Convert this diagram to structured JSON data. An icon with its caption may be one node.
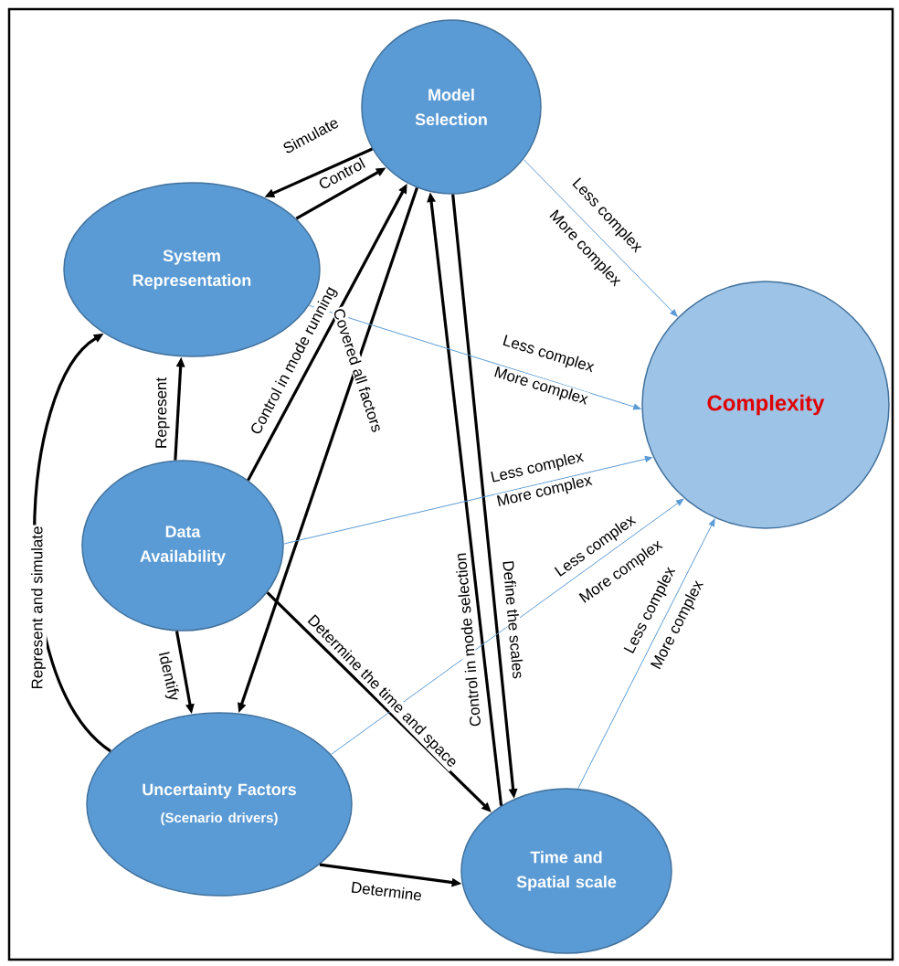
{
  "diagram": {
    "nodes": [
      {
        "text": [
          "Model Selection"
        ]
      },
      {
        "text": [
          "System Representation"
        ]
      },
      {
        "text": [
          "Complexity"
        ]
      },
      {
        "text": [
          "Data Availability"
        ]
      },
      {
        "text": [
          "Uncertainty Factors",
          "(Scenario drivers)"
        ]
      },
      {
        "text": [
          "Time and Spatial scale"
        ]
      }
    ],
    "edges": [
      {
        "from": 0,
        "to": 1,
        "arrow": "to",
        "label": "Simulate"
      },
      {
        "from": 1,
        "to": 0,
        "arrow": "to",
        "label": "Control"
      },
      {
        "from": 3,
        "to": 0,
        "arrow": "to",
        "label": "Control in mode running"
      },
      {
        "from": 0,
        "to": 4,
        "arrow": "to",
        "label": "Covered all factors"
      },
      {
        "from": 5,
        "to": 0,
        "arrow": "to",
        "label": "Control in mode selection"
      },
      {
        "from": 0,
        "to": 5,
        "arrow": "to",
        "label": "Define the scales"
      },
      {
        "from": 3,
        "to": 1,
        "arrow": "to",
        "label": "Represent"
      },
      {
        "from": 4,
        "to": 1,
        "arrow": "to",
        "label": "Represent and simulate"
      },
      {
        "from": 3,
        "to": 4,
        "arrow": "to",
        "label": "Identify"
      },
      {
        "from": 3,
        "to": 5,
        "arrow": "to",
        "label": "Determine the time and space"
      },
      {
        "from": 4,
        "to": 5,
        "arrow": "to",
        "label": "Determine"
      },
      {
        "from": 0,
        "to": 2,
        "arrow": "to",
        "label": "Less complex",
        "color": "#5b9bd5"
      },
      {
        "from": 1,
        "to": 2,
        "arrow": "to",
        "label": "Less complex",
        "color": "#5b9bd5"
      },
      {
        "from": 3,
        "to": 2,
        "arrow": "to",
        "label": "Less complex",
        "color": "#5b9bd5"
      },
      {
        "from": 4,
        "to": 2,
        "arrow": "to",
        "label": "Less complex",
        "color": "#5b9bd5"
      },
      {
        "from": 5,
        "to": 2,
        "arrow": "to",
        "label": "Less complex",
        "color": "#5b9bd5"
      }
    ],
    "labels": [
      "More complex",
      "More complex",
      "More complex",
      "More complex",
      "More complex"
    ]
  }
}
